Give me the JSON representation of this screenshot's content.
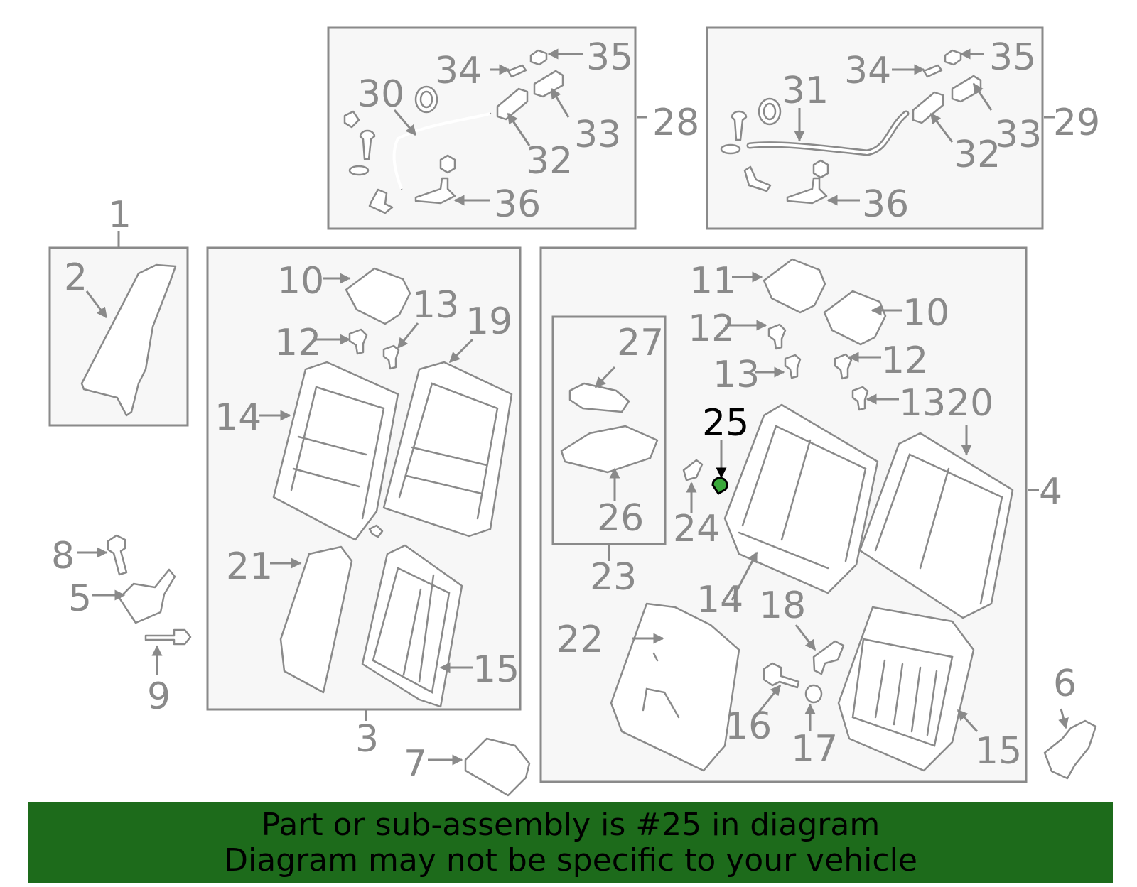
{
  "highlight": {
    "part": "25",
    "color": "#1d6b1b"
  },
  "callouts": {
    "c1": "1",
    "c2": "2",
    "c3": "3",
    "c4": "4",
    "c5": "5",
    "c6": "6",
    "c7": "7",
    "c8": "8",
    "c9": "9",
    "c10a": "10",
    "c10b": "10",
    "c11": "11",
    "c12a": "12",
    "c12b": "12",
    "c12c": "12",
    "c13a": "13",
    "c13b": "13",
    "c13c": "13",
    "c14a": "14",
    "c14b": "14",
    "c15a": "15",
    "c15b": "15",
    "c16": "16",
    "c17": "17",
    "c18": "18",
    "c19": "19",
    "c20": "20",
    "c21": "21",
    "c22": "22",
    "c23": "23",
    "c24": "24",
    "c25": "25",
    "c26": "26",
    "c27": "27",
    "c28": "28",
    "c29": "29",
    "c30": "30",
    "c31": "31",
    "c32a": "32",
    "c32b": "32",
    "c33a": "33",
    "c33b": "33",
    "c34a": "34",
    "c34b": "34",
    "c35a": "35",
    "c35b": "35",
    "c36a": "36",
    "c36b": "36"
  },
  "banner": {
    "line1": "Part or sub-assembly is #25 in diagram",
    "line2": "Diagram may not be specific to your vehicle"
  }
}
